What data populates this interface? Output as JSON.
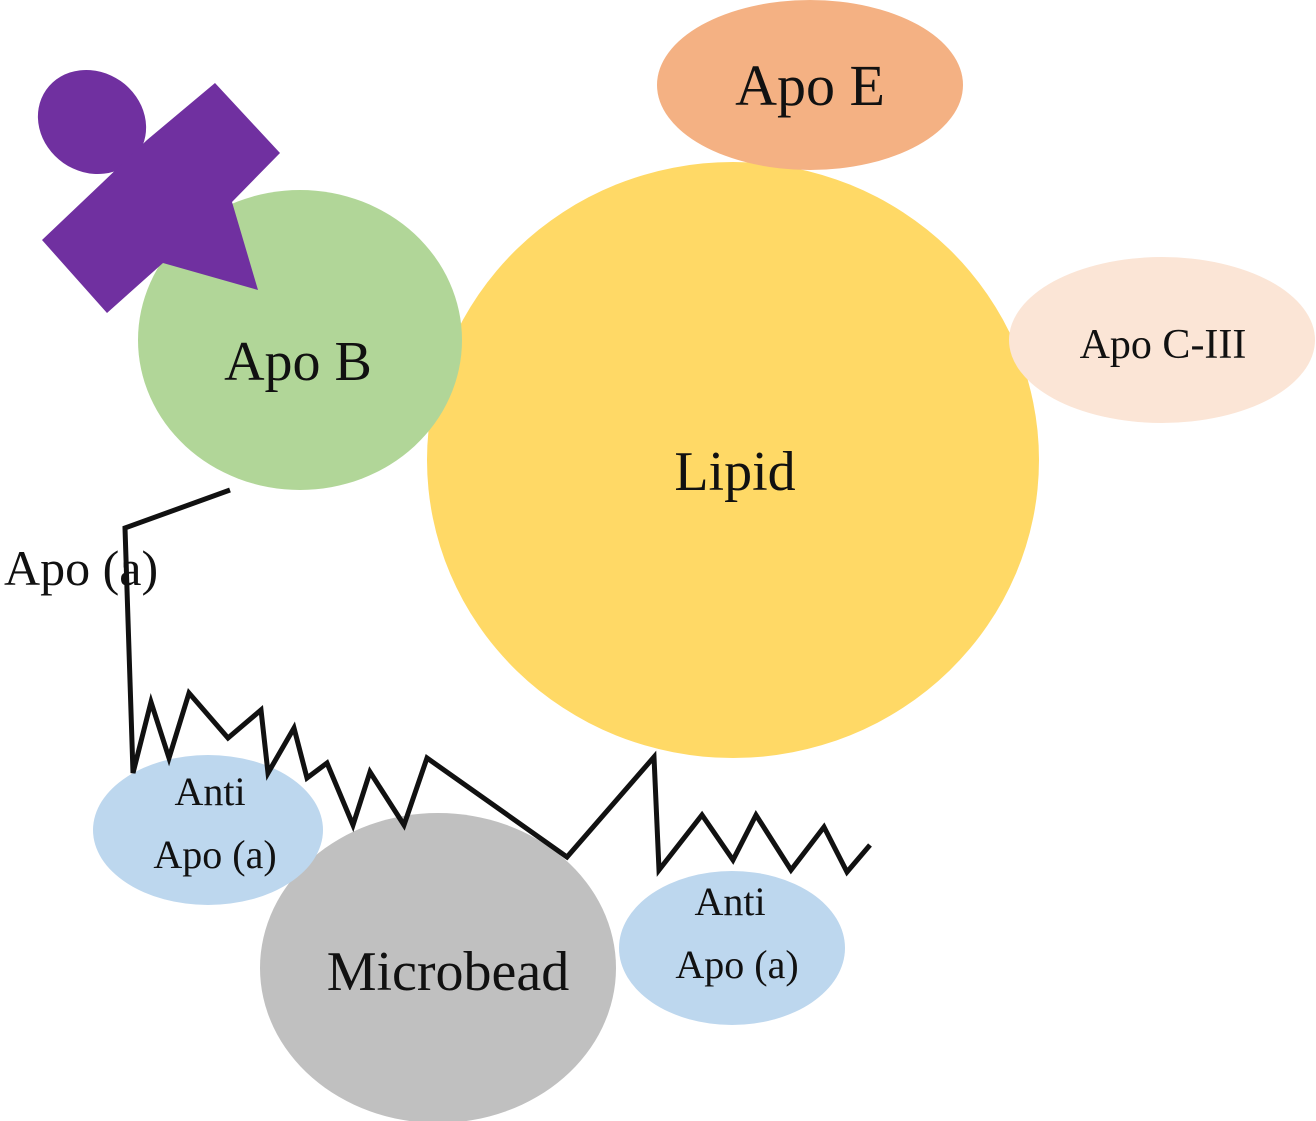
{
  "labels": {
    "apo_e": "Apo E",
    "apo_b": "Apo B",
    "lipid": "Lipid",
    "apo_c3": "Apo C-III",
    "apo_a": "Apo (a)",
    "anti_left_line1": "Anti",
    "anti_left_line2": "Apo (a)",
    "anti_right_line1": "Anti",
    "anti_right_line2": "Apo (a)",
    "microbead": "Microbead"
  },
  "colors": {
    "apo_b": "#b1d698",
    "lipid": "#ffd966",
    "apo_e": "#f4b183",
    "apo_c3": "#fbe5d6",
    "anti": "#bdd7ee",
    "microbead": "#c0c0c0",
    "ligand": "#7030a0"
  }
}
